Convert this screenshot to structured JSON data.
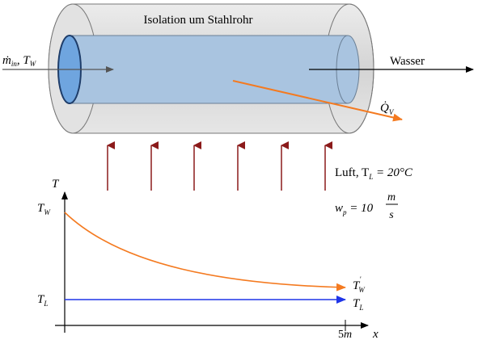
{
  "pipe": {
    "insulation_label": "Isolation um Stahlrohr",
    "water_label": "Wasser",
    "inlet_label": "ṁ",
    "inlet_sub": "in",
    "inlet_sep": ", T",
    "inlet_sub2": "W",
    "heat_loss_label": "Q̇",
    "heat_loss_sub": "V"
  },
  "air": {
    "label": "Luft, T",
    "label_sub": "L",
    "label_value": " = 20°C",
    "speed_label": "w",
    "speed_sub": "p",
    "speed_eq": " = 10",
    "speed_num": "m",
    "speed_den": "s"
  },
  "plot": {
    "y_axis_label": "T",
    "x_axis_label": "x",
    "y_tick_tw": "T",
    "y_tick_tw_sub": "W",
    "y_tick_tl": "T",
    "y_tick_tl_sub": "L",
    "x_tick_end": "5m",
    "curve_water_label": "T",
    "curve_water_sub": "W",
    "curve_water_prime": "'",
    "curve_air_label": "T",
    "curve_air_sub": "L"
  },
  "colors": {
    "water_fill": "#a9c4e0",
    "insulation_fill": "#dadada",
    "water_curve": "#f47a20",
    "air_line": "#1f35e8",
    "air_arrows": "#8b1a1a"
  }
}
